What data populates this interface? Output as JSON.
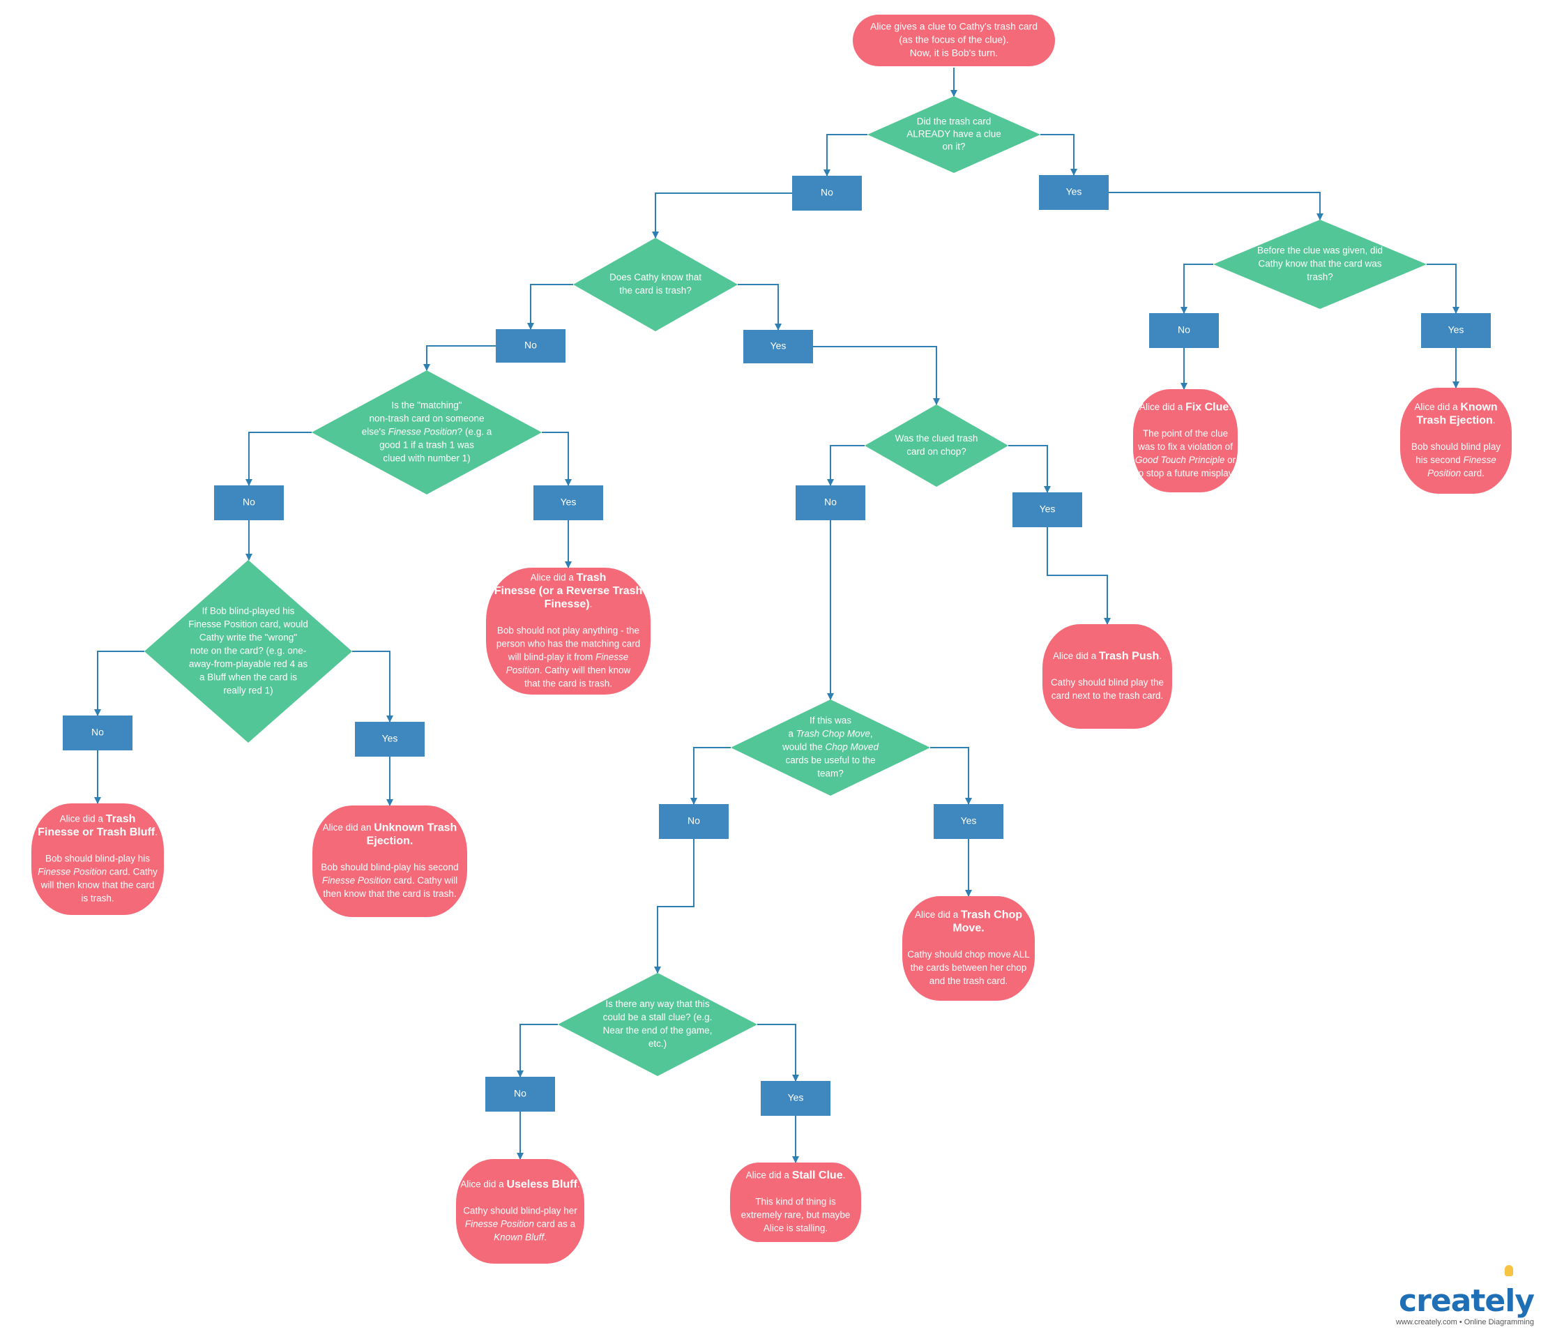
{
  "colors": {
    "start": "#f56a78",
    "decision": "#52c696",
    "answer": "#3f88bf",
    "outcome": "#f56a78",
    "connector": "#2f7fb3",
    "text": "#ffffff"
  },
  "nodes": {
    "start": {
      "lines": [
        [
          {
            "t": "Alice gives a clue to Cathy's trash card"
          }
        ],
        [
          {
            "t": "(as the focus of the clue)."
          }
        ],
        [
          {
            "t": "Now, it is Bob's turn."
          }
        ]
      ]
    },
    "q_already_clued": {
      "lines": [
        [
          {
            "t": "Did the trash card"
          }
        ],
        [
          {
            "t": "ALREADY have a clue"
          }
        ],
        [
          {
            "t": "on it?"
          }
        ]
      ]
    },
    "q_already_clued_no": {
      "lines": [
        [
          {
            "t": "No"
          }
        ]
      ]
    },
    "q_already_clued_yes": {
      "lines": [
        [
          {
            "t": "Yes"
          }
        ]
      ]
    },
    "q_cathy_knows": {
      "lines": [
        [
          {
            "t": "Does Cathy know that"
          }
        ],
        [
          {
            "t": "the card is trash?"
          }
        ]
      ]
    },
    "q_cathy_knows_no": {
      "lines": [
        [
          {
            "t": "No"
          }
        ]
      ]
    },
    "q_cathy_knows_yes": {
      "lines": [
        [
          {
            "t": "Yes"
          }
        ]
      ]
    },
    "q_before_clue": {
      "lines": [
        [
          {
            "t": "Before the clue was given, did"
          }
        ],
        [
          {
            "t": "Cathy know that the card was"
          }
        ],
        [
          {
            "t": "trash?"
          }
        ]
      ]
    },
    "q_before_clue_no": {
      "lines": [
        [
          {
            "t": "No"
          }
        ]
      ]
    },
    "q_before_clue_yes": {
      "lines": [
        [
          {
            "t": "Yes"
          }
        ]
      ]
    },
    "o_fix_clue": {
      "lines": [
        [
          {
            "t": "Alice did a "
          },
          {
            "t": "Fix Clue",
            "b": true,
            "big": true
          },
          {
            "t": "."
          }
        ],
        [],
        [
          {
            "t": "The point of the clue"
          }
        ],
        [
          {
            "t": "was to fix a violation of"
          }
        ],
        [
          {
            "t": "Good Touch Principle",
            "i": true
          },
          {
            "t": " or"
          }
        ],
        [
          {
            "t": "to stop a future misplay."
          }
        ]
      ]
    },
    "o_known_ejection": {
      "lines": [
        [
          {
            "t": "Alice did a "
          },
          {
            "t": "Known",
            "b": true,
            "big": true
          }
        ],
        [
          {
            "t": "Trash Ejection",
            "b": true,
            "big": true
          },
          {
            "t": "."
          }
        ],
        [],
        [
          {
            "t": "Bob should blind play"
          }
        ],
        [
          {
            "t": "his second "
          },
          {
            "t": "Finesse",
            "i": true
          }
        ],
        [
          {
            "t": "Position",
            "i": true
          },
          {
            "t": " card."
          }
        ]
      ]
    },
    "q_matching": {
      "lines": [
        [
          {
            "t": "Is the \"matching\""
          }
        ],
        [
          {
            "t": "non-trash card on someone"
          }
        ],
        [
          {
            "t": "else's "
          },
          {
            "t": "Finesse Position",
            "i": true
          },
          {
            "t": "? (e.g. a"
          }
        ],
        [
          {
            "t": "good 1 if a trash 1 was"
          }
        ],
        [
          {
            "t": "clued with number 1)"
          }
        ]
      ]
    },
    "q_matching_no": {
      "lines": [
        [
          {
            "t": "No"
          }
        ]
      ]
    },
    "q_matching_yes": {
      "lines": [
        [
          {
            "t": "Yes"
          }
        ]
      ]
    },
    "o_trash_finesse": {
      "lines": [
        [
          {
            "t": "Alice did a "
          },
          {
            "t": "Trash",
            "b": true,
            "big": true
          }
        ],
        [
          {
            "t": "Finesse (or a Reverse Trash",
            "b": true,
            "big": true
          }
        ],
        [
          {
            "t": "Finesse)",
            "b": true,
            "big": true
          },
          {
            "t": "."
          }
        ],
        [],
        [
          {
            "t": "Bob should not play anything - the"
          }
        ],
        [
          {
            "t": "person who has the matching card"
          }
        ],
        [
          {
            "t": "will blind-play it from "
          },
          {
            "t": "Finesse",
            "i": true
          }
        ],
        [
          {
            "t": "Position",
            "i": true
          },
          {
            "t": ". Cathy will then know"
          }
        ],
        [
          {
            "t": "that the card is trash."
          }
        ]
      ]
    },
    "q_on_chop": {
      "lines": [
        [
          {
            "t": "Was the clued trash"
          }
        ],
        [
          {
            "t": "card on chop?"
          }
        ]
      ]
    },
    "q_on_chop_no": {
      "lines": [
        [
          {
            "t": "No"
          }
        ]
      ]
    },
    "q_on_chop_yes": {
      "lines": [
        [
          {
            "t": "Yes"
          }
        ]
      ]
    },
    "o_trash_push": {
      "lines": [
        [
          {
            "t": "Alice did a "
          },
          {
            "t": "Trash Push",
            "b": true,
            "big": true
          },
          {
            "t": "."
          }
        ],
        [],
        [
          {
            "t": "Cathy should blind play the"
          }
        ],
        [
          {
            "t": "card next to the trash card."
          }
        ]
      ]
    },
    "q_blind_played": {
      "lines": [
        [
          {
            "t": "If Bob blind-played his"
          }
        ],
        [
          {
            "t": "Finesse Position card, would"
          }
        ],
        [
          {
            "t": "Cathy write the \"wrong\""
          }
        ],
        [
          {
            "t": "note on the card? (e.g. one-"
          }
        ],
        [
          {
            "t": "away-from-playable red 4 as"
          }
        ],
        [
          {
            "t": "a Bluff when the card is"
          }
        ],
        [
          {
            "t": "really red 1)"
          }
        ]
      ]
    },
    "q_blind_played_no": {
      "lines": [
        [
          {
            "t": "No"
          }
        ]
      ]
    },
    "q_blind_played_yes": {
      "lines": [
        [
          {
            "t": "Yes"
          }
        ]
      ]
    },
    "o_trash_bluff": {
      "lines": [
        [
          {
            "t": "Alice did a "
          },
          {
            "t": "Trash",
            "b": true,
            "big": true
          }
        ],
        [
          {
            "t": "Finesse or Trash Bluff",
            "b": true,
            "big": true
          },
          {
            "t": "."
          }
        ],
        [],
        [
          {
            "t": "Bob should blind-play his"
          }
        ],
        [
          {
            "t": "Finesse Position",
            "i": true
          },
          {
            "t": " card. Cathy"
          }
        ],
        [
          {
            "t": "will then know that the card"
          }
        ],
        [
          {
            "t": "is trash."
          }
        ]
      ]
    },
    "o_unknown_ejection": {
      "lines": [
        [
          {
            "t": "Alice did an "
          },
          {
            "t": "Unknown Trash",
            "b": true,
            "big": true
          }
        ],
        [
          {
            "t": "Ejection.",
            "b": true,
            "big": true
          }
        ],
        [],
        [
          {
            "t": "Bob should blind-play his second"
          }
        ],
        [
          {
            "t": "Finesse Position",
            "i": true
          },
          {
            "t": " card. Cathy will"
          }
        ],
        [
          {
            "t": "then know that the card is trash."
          }
        ]
      ]
    },
    "q_chop_move": {
      "lines": [
        [
          {
            "t": "If this was"
          }
        ],
        [
          {
            "t": "a "
          },
          {
            "t": "Trash Chop Move",
            "i": true
          },
          {
            "t": ","
          }
        ],
        [
          {
            "t": "would the "
          },
          {
            "t": "Chop Moved",
            "i": true
          }
        ],
        [
          {
            "t": "cards be useful to the"
          }
        ],
        [
          {
            "t": "team?"
          }
        ]
      ]
    },
    "q_chop_move_no": {
      "lines": [
        [
          {
            "t": "No"
          }
        ]
      ]
    },
    "q_chop_move_yes": {
      "lines": [
        [
          {
            "t": "Yes"
          }
        ]
      ]
    },
    "o_trash_chop_move": {
      "lines": [
        [
          {
            "t": "Alice did a "
          },
          {
            "t": "Trash Chop",
            "b": true,
            "big": true
          }
        ],
        [
          {
            "t": "Move.",
            "b": true,
            "big": true
          }
        ],
        [],
        [
          {
            "t": "Cathy should chop move ALL"
          }
        ],
        [
          {
            "t": "the cards between her chop"
          }
        ],
        [
          {
            "t": "and the trash card."
          }
        ]
      ]
    },
    "q_stall": {
      "lines": [
        [
          {
            "t": "Is there any way that this"
          }
        ],
        [
          {
            "t": "could be a stall clue? (e.g."
          }
        ],
        [
          {
            "t": "Near the end of the game,"
          }
        ],
        [
          {
            "t": "etc.)"
          }
        ]
      ]
    },
    "q_stall_no": {
      "lines": [
        [
          {
            "t": "No"
          }
        ]
      ]
    },
    "q_stall_yes": {
      "lines": [
        [
          {
            "t": "Yes"
          }
        ]
      ]
    },
    "o_useless_bluff": {
      "lines": [
        [
          {
            "t": "Alice did a "
          },
          {
            "t": "Useless Bluff",
            "b": true,
            "big": true
          },
          {
            "t": "."
          }
        ],
        [],
        [
          {
            "t": "Cathy should blind-play her"
          }
        ],
        [
          {
            "t": "Finesse Position",
            "i": true
          },
          {
            "t": " card as a"
          }
        ],
        [
          {
            "t": "Known Bluff",
            "i": true
          },
          {
            "t": "."
          }
        ]
      ]
    },
    "o_stall_clue": {
      "lines": [
        [
          {
            "t": "Alice did a "
          },
          {
            "t": "Stall Clue",
            "b": true,
            "big": true
          },
          {
            "t": "."
          }
        ],
        [],
        [
          {
            "t": "This kind of thing is"
          }
        ],
        [
          {
            "t": "extremely rare, but maybe"
          }
        ],
        [
          {
            "t": "Alice is stalling."
          }
        ]
      ]
    }
  },
  "watermark": {
    "logo": "creately",
    "subtitle": "www.creately.com • Online Diagramming"
  }
}
